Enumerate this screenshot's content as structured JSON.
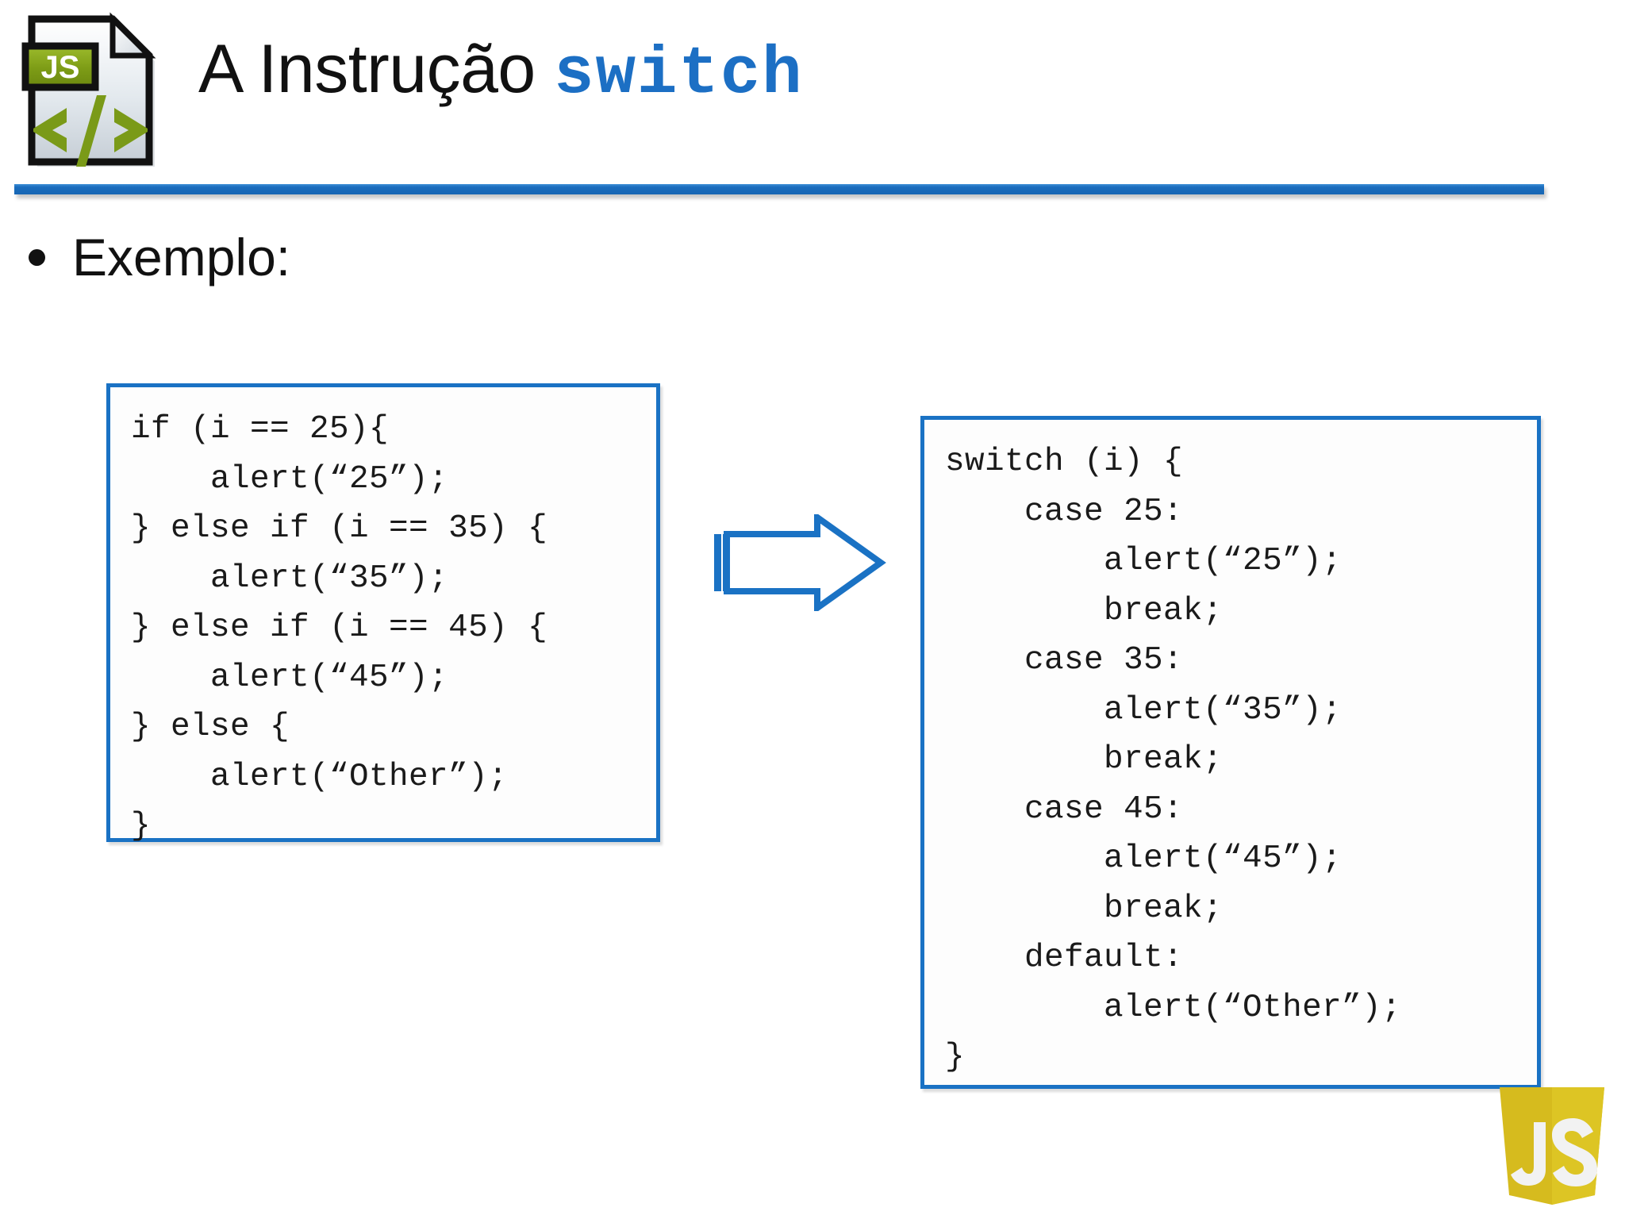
{
  "slide": {
    "title_plain": "A Instrução ",
    "title_code": "switch",
    "bullet_label": "Exemplo:",
    "icons": {
      "file_icon": "js-file-icon",
      "badge_text": "JS",
      "code_glyph": "</>",
      "arrow": "right-arrow-icon",
      "shield": "javascript-shield-logo"
    },
    "colors": {
      "accent_blue": "#1a72c4",
      "title_blue": "#1c6fc4",
      "divider_blue": "#1766b4",
      "icon_green": "#7a9a18",
      "shield_yellow": "#d6bb1e",
      "text_black": "#111111"
    }
  },
  "code_if": {
    "language": "javascript",
    "lines": [
      "if (i == 25){",
      "    alert(“25”);",
      "} else if (i == 35) {",
      "    alert(“35”);",
      "} else if (i == 45) {",
      "    alert(“45”);",
      "} else {",
      "    alert(“Other”);",
      "}"
    ]
  },
  "code_switch": {
    "language": "javascript",
    "lines": [
      "switch (i) {",
      "    case 25:",
      "        alert(“25”);",
      "        break;",
      "    case 35:",
      "        alert(“35”);",
      "        break;",
      "    case 45:",
      "        alert(“45”);",
      "        break;",
      "    default:",
      "        alert(“Other”);",
      "}"
    ]
  }
}
